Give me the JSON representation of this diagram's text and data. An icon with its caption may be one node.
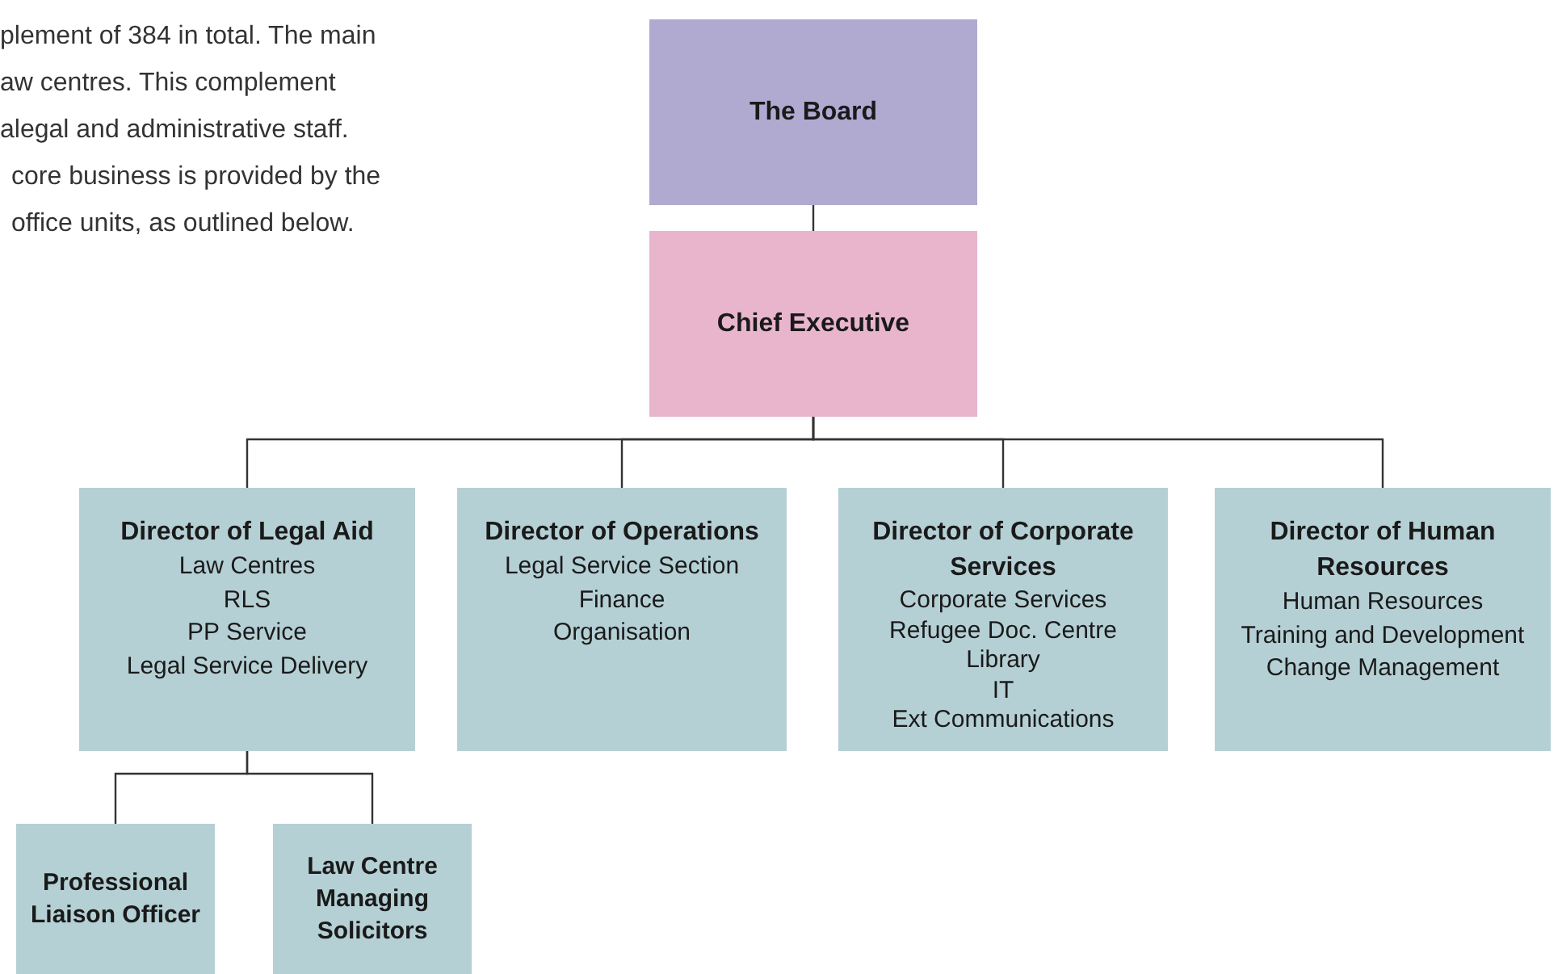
{
  "diagram": {
    "nodes": [
      {
        "text": [
          "The Board"
        ]
      },
      {
        "text": [
          "Chief Executive"
        ]
      },
      {
        "text": [
          "Director of Legal Aid",
          "Law Centres",
          "RLS",
          "PP Service",
          "Legal Service Delivery"
        ]
      },
      {
        "text": [
          "Director of Operations",
          "Legal Service Section",
          "Finance",
          "Organisation"
        ]
      },
      {
        "text": [
          "Director of Corporate Services",
          "Corporate Services",
          "Refugee Doc. Centre",
          "Library",
          "IT",
          "Ext Communications"
        ]
      },
      {
        "text": [
          "Director of Human Resources",
          "Human Resources",
          "Training and Development",
          "Change Management"
        ]
      },
      {
        "text": [
          "Professional Liaison Officer"
        ]
      },
      {
        "text": [
          "Law Centre Managing Solicitors"
        ]
      }
    ],
    "edges": [
      {
        "from": 0,
        "to": 1,
        "arrow": "none"
      },
      {
        "from": 1,
        "to": 2,
        "arrow": "none"
      },
      {
        "from": 1,
        "to": 3,
        "arrow": "none"
      },
      {
        "from": 1,
        "to": 4,
        "arrow": "none"
      },
      {
        "from": 1,
        "to": 5,
        "arrow": "none"
      },
      {
        "from": 2,
        "to": 6,
        "arrow": "none"
      },
      {
        "from": 2,
        "to": 7,
        "arrow": "none"
      }
    ],
    "labels": [
      "plement of 384 in total. The main",
      "aw centres. This complement",
      "alegal and administrative staff.",
      "core business is provided by the",
      "office units, as outlined below."
    ]
  }
}
